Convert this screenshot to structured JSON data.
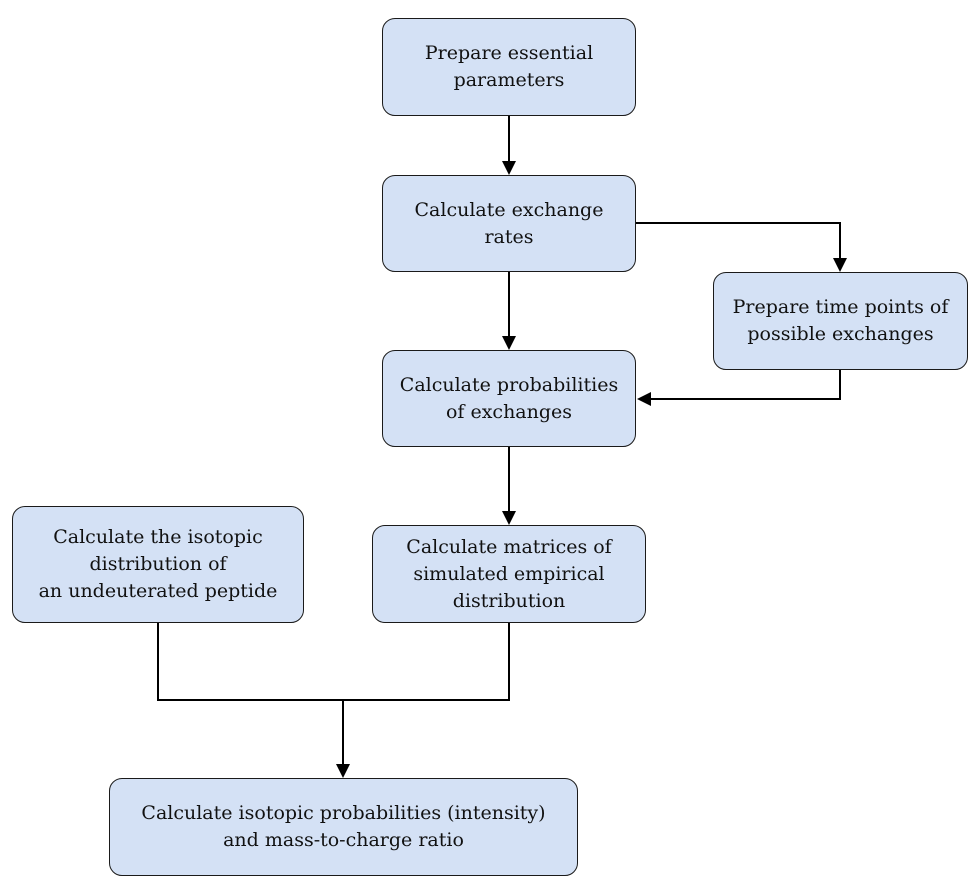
{
  "nodes": {
    "prepare_parameters": "Prepare essential\nparameters",
    "calc_exchange_rates": "Calculate exchange\nrates",
    "prepare_time_points": "Prepare time points of\npossible exchanges",
    "calc_probabilities": "Calculate probabilities\nof exchanges",
    "calc_isotopic_distribution": "Calculate the isotopic\ndistribution of\nan undeuterated peptide",
    "calc_matrices": "Calculate matrices of\nsimulated empirical\ndistribution",
    "calc_isotopic_probabilities": "Calculate isotopic probabilities (intensity)\nand mass-to-charge ratio"
  },
  "edges": [
    {
      "from": "prepare_parameters",
      "to": "calc_exchange_rates"
    },
    {
      "from": "calc_exchange_rates",
      "to": "calc_probabilities"
    },
    {
      "from": "calc_exchange_rates",
      "to": "prepare_time_points"
    },
    {
      "from": "prepare_time_points",
      "to": "calc_probabilities"
    },
    {
      "from": "calc_probabilities",
      "to": "calc_matrices"
    },
    {
      "from": "calc_isotopic_distribution",
      "to": "calc_isotopic_probabilities"
    },
    {
      "from": "calc_matrices",
      "to": "calc_isotopic_probabilities"
    }
  ],
  "colors": {
    "node_fill": "#d4e1f5",
    "node_border": "#1a1a1a",
    "edge": "#000000"
  }
}
